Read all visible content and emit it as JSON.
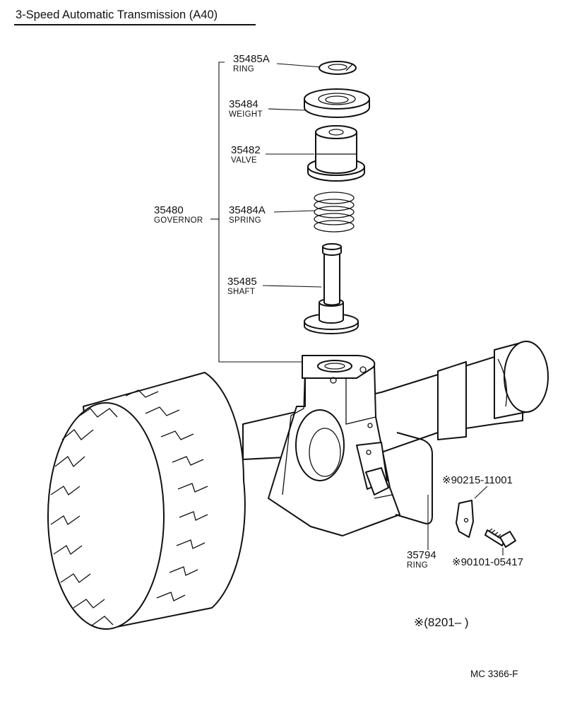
{
  "title": "3-Speed Automatic Transmission (A40)",
  "parts": [
    {
      "number": "35485A",
      "name": "RING"
    },
    {
      "number": "35484",
      "name": "WEIGHT"
    },
    {
      "number": "35482",
      "name": "VALVE"
    },
    {
      "number": "35484A",
      "name": "SPRING"
    },
    {
      "number": "35485",
      "name": "SHAFT"
    },
    {
      "number": "35480",
      "name": "GOVERNOR"
    },
    {
      "number": "35794",
      "name": "RING"
    },
    {
      "number": "※90215-11001",
      "name": ""
    },
    {
      "number": "※90101-05417",
      "name": ""
    }
  ],
  "note": "※(8201–      )",
  "footer_code": "MC  3366-F"
}
